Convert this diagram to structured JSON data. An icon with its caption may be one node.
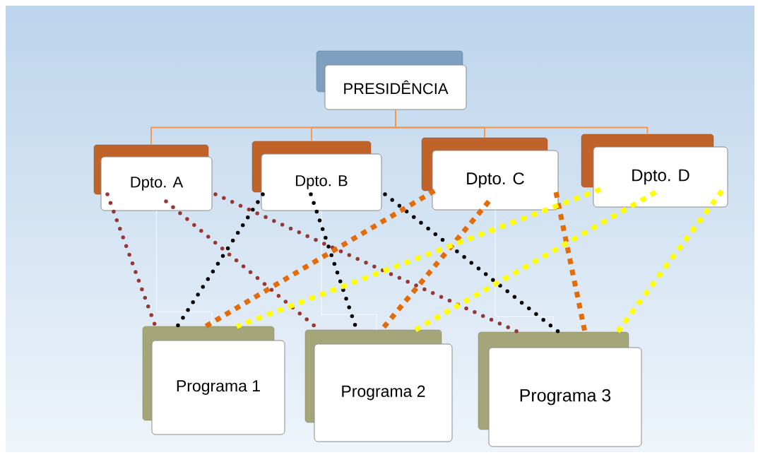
{
  "diagram": {
    "nodes": [
      {
        "text": [
          "PRESIDÊNCIA"
        ]
      },
      {
        "text": [
          "Dpto. A"
        ]
      },
      {
        "text": [
          "Dpto. B"
        ]
      },
      {
        "text": [
          "Dpto. C"
        ]
      },
      {
        "text": [
          "Dpto. D"
        ]
      },
      {
        "text": [
          "Programa 1"
        ]
      },
      {
        "text": [
          "Programa 2"
        ]
      },
      {
        "text": [
          "Programa 3"
        ]
      }
    ],
    "edges": [
      {
        "from": 0,
        "to": 1,
        "arrow": "none"
      },
      {
        "from": 0,
        "to": 2,
        "arrow": "none"
      },
      {
        "from": 0,
        "to": 3,
        "arrow": "none"
      },
      {
        "from": 0,
        "to": 4,
        "arrow": "none"
      },
      {
        "from": 1,
        "to": 5,
        "arrow": "none",
        "color": "#ffffff"
      },
      {
        "from": 2,
        "to": 6,
        "arrow": "none",
        "color": "#ffffff"
      },
      {
        "from": 3,
        "to": 7,
        "arrow": "none",
        "color": "#ffffff"
      },
      {
        "from": 1,
        "to": 5,
        "arrow": "none",
        "style": "dashed",
        "color": "#953735"
      },
      {
        "from": 1,
        "to": 6,
        "arrow": "none",
        "style": "dashed",
        "color": "#953735"
      },
      {
        "from": 1,
        "to": 7,
        "arrow": "none",
        "style": "dashed",
        "color": "#953735"
      },
      {
        "from": 2,
        "to": 5,
        "arrow": "none",
        "style": "dashed",
        "color": "#000000"
      },
      {
        "from": 2,
        "to": 6,
        "arrow": "none",
        "style": "dashed",
        "color": "#000000"
      },
      {
        "from": 2,
        "to": 7,
        "arrow": "none",
        "style": "dashed",
        "color": "#000000"
      },
      {
        "from": 3,
        "to": 5,
        "arrow": "none",
        "style": "dashed",
        "color": "#e36c09"
      },
      {
        "from": 3,
        "to": 6,
        "arrow": "none",
        "style": "dashed",
        "color": "#e36c09"
      },
      {
        "from": 3,
        "to": 7,
        "arrow": "none",
        "style": "dashed",
        "color": "#e36c09"
      },
      {
        "from": 4,
        "to": 5,
        "arrow": "none",
        "style": "dashed",
        "color": "#ffff00"
      },
      {
        "from": 4,
        "to": 6,
        "arrow": "none",
        "style": "dashed",
        "color": "#ffff00"
      },
      {
        "from": 4,
        "to": 7,
        "arrow": "none",
        "style": "dashed",
        "color": "#ffff00"
      }
    ]
  }
}
